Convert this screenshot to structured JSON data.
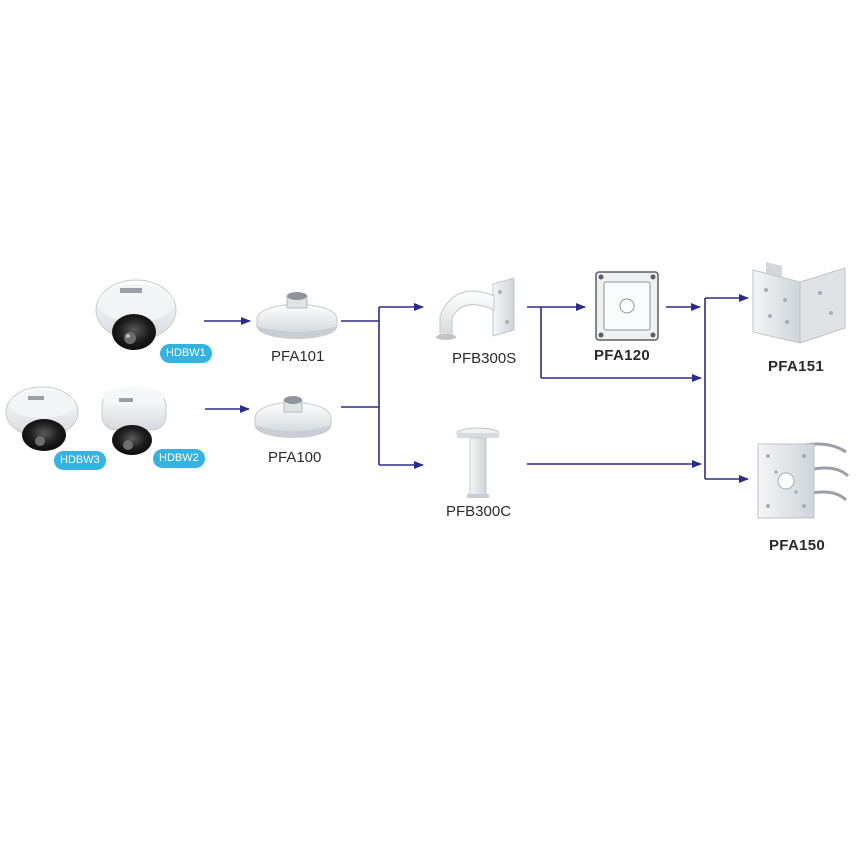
{
  "colors": {
    "arrow": "#2b2e86",
    "badge": "#34b2e0",
    "device": "#e9ecef",
    "device_shadow": "#b9bec4"
  },
  "cameras": [
    {
      "badge": "HDBW1",
      "icon": "dome-camera-icon"
    },
    {
      "badge": "HDBW3",
      "icon": "dome-camera-icon"
    },
    {
      "badge": "HDBW2",
      "icon": "dome-camera-icon"
    }
  ],
  "accessories": {
    "pfa101": {
      "label": "PFA101",
      "icon": "mount-adapter-icon"
    },
    "pfa100": {
      "label": "PFA100",
      "icon": "mount-adapter-icon"
    },
    "pfb300s": {
      "label": "PFB300S",
      "icon": "wall-mount-bracket-icon"
    },
    "pfb300c": {
      "label": "PFB300C",
      "icon": "ceiling-pendant-mount-icon"
    },
    "pfa120": {
      "label": "PFA120",
      "icon": "junction-box-icon"
    },
    "pfa151": {
      "label": "PFA151",
      "icon": "corner-mount-bracket-icon"
    },
    "pfa150": {
      "label": "PFA150",
      "icon": "pole-mount-bracket-icon"
    }
  }
}
